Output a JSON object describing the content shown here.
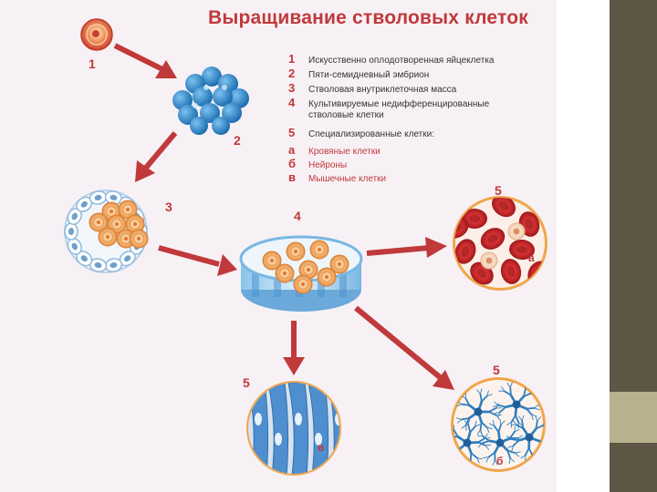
{
  "title": "Выращивание стволовых клеток",
  "legend": [
    {
      "n": "1",
      "text": "Искусственно оплодотворенная яйцеклетка"
    },
    {
      "n": "2",
      "text": "Пяти-семидневный эмбрион"
    },
    {
      "n": "3",
      "text": "Стволовая внутриклеточная масса"
    },
    {
      "n": "4",
      "text": "Культивируемые недифференцированные"
    },
    {
      "n": "",
      "text": "стволовые клетки"
    },
    {
      "n": "5",
      "text": "Специализированные клетки:"
    }
  ],
  "sublegend": [
    {
      "n": "а",
      "text": "Кровяные клетки"
    },
    {
      "n": "б",
      "text": "Нейроны"
    },
    {
      "n": "в",
      "text": "Мышечные клетки"
    }
  ],
  "labels": {
    "egg": "1",
    "embryo": "2",
    "inner_mass": "3",
    "dish": "4",
    "blood": "5",
    "blood_letter": "а",
    "neurons": "5",
    "neurons_letter": "б",
    "muscle": "5",
    "muscle_letter": "в"
  },
  "colors": {
    "accent": "#c0393b",
    "arrow": "#c0393b",
    "panel": "#f7f1f5",
    "side": "#5d5644"
  }
}
